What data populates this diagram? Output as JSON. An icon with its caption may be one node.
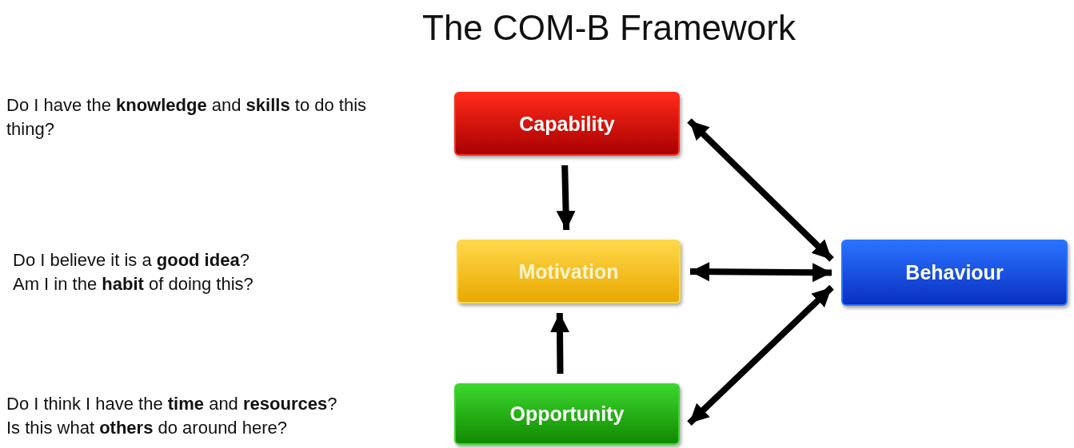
{
  "diagram": {
    "title": "The COM-B Framework",
    "nodes": [
      {
        "text": [
          "Capability"
        ]
      },
      {
        "text": [
          "Motivation"
        ]
      },
      {
        "text": [
          "Opportunity"
        ]
      },
      {
        "text": [
          "Behaviour"
        ]
      }
    ],
    "edges": [
      {
        "from": 0,
        "to": 1,
        "arrow": "to"
      },
      {
        "from": 2,
        "to": 1,
        "arrow": "to"
      },
      {
        "from": 0,
        "to": 3,
        "arrow": "both"
      },
      {
        "from": 1,
        "to": 3,
        "arrow": "both"
      },
      {
        "from": 2,
        "to": 3,
        "arrow": "both"
      }
    ],
    "labels": [
      "Do I have the **knowledge** and **skills** to do this thing?",
      "Do I believe it is a **good idea**?",
      "Am I in the **habit** of doing this?",
      "Do I think I have the **time** and **resources**?",
      "Is this what **others** do around here?"
    ]
  }
}
